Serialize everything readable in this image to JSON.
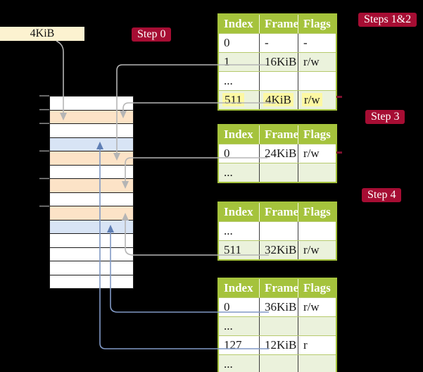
{
  "colors": {
    "background": "#000000",
    "box_cream": "#fcf2d0",
    "badge_red": "#a60d33",
    "table_header_green": "#a5c33c",
    "table_row_tint": "#ebf2dc",
    "table_row_border": "#b6ca6d",
    "column_divider": "#3c3c3c",
    "highlight_yellow": "#fdf8a3",
    "memory_white": "#ffffff",
    "memory_orange": "#fce3c7",
    "memory_blue": "#d8e4f5",
    "memory_border": "#1b1b1b",
    "arrow_gray": "#b5b5b5",
    "arrow_blue": "#8199c5",
    "arrow_blue_head": "#5f7fb5",
    "tick_gray": "#8c8c8c",
    "red_dash": "#7d0f2e"
  },
  "labels": {
    "page_size_box": "4KiB",
    "step0": "Step 0",
    "steps12": "Steps 1&2",
    "step3": "Step 3",
    "step4": "Step 4"
  },
  "memory": {
    "rows": [
      "white",
      "orange",
      "white",
      "blue",
      "orange",
      "white",
      "orange",
      "white",
      "orange",
      "blue",
      "white",
      "white",
      "white",
      "white"
    ]
  },
  "tables": [
    {
      "headers": [
        "Index",
        "Frame",
        "Flags"
      ],
      "rows": [
        {
          "cells": [
            "0",
            "-",
            "-"
          ],
          "highlight": false
        },
        {
          "cells": [
            "1",
            "16KiB",
            "r/w"
          ],
          "highlight": false
        },
        {
          "cells": [
            "...",
            "",
            ""
          ],
          "highlight": false
        },
        {
          "cells": [
            "511",
            "4KiB",
            "r/w"
          ],
          "highlight": true
        }
      ]
    },
    {
      "headers": [
        "Index",
        "Frame",
        "Flags"
      ],
      "rows": [
        {
          "cells": [
            "0",
            "24KiB",
            "r/w"
          ],
          "highlight": false
        },
        {
          "cells": [
            "...",
            "",
            ""
          ],
          "highlight": false
        }
      ]
    },
    {
      "headers": [
        "Index",
        "Frame",
        "Flags"
      ],
      "rows": [
        {
          "cells": [
            "...",
            "",
            ""
          ],
          "highlight": false
        },
        {
          "cells": [
            "511",
            "32KiB",
            "r/w"
          ],
          "highlight": false
        }
      ]
    },
    {
      "headers": [
        "Index",
        "Frame",
        "Flags"
      ],
      "rows": [
        {
          "cells": [
            "0",
            "36KiB",
            "r/w"
          ],
          "highlight": false
        },
        {
          "cells": [
            "...",
            "",
            ""
          ],
          "highlight": false
        },
        {
          "cells": [
            "127",
            "12KiB",
            "r"
          ],
          "highlight": false
        },
        {
          "cells": [
            "...",
            "",
            ""
          ],
          "highlight": false
        }
      ]
    }
  ]
}
